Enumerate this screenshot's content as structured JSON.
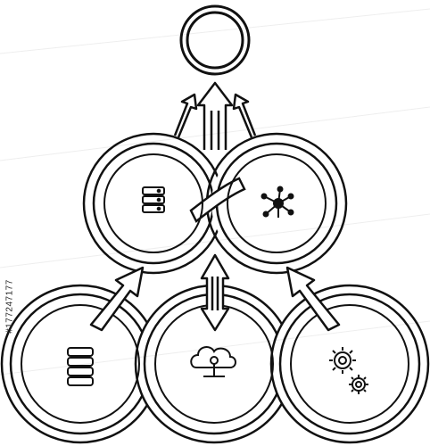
{
  "diagram": {
    "line_color": "#111111",
    "background": "#ffffff",
    "watermark_color": "#e6e6e6",
    "nodes": [
      {
        "id": "top-goal-circle",
        "icon": "none"
      },
      {
        "id": "middle-left-circle",
        "icon": "database-icon"
      },
      {
        "id": "middle-right-circle",
        "icon": "network-hub-icon"
      },
      {
        "id": "bottom-left-circle",
        "icon": "database-icon"
      },
      {
        "id": "bottom-center-circle",
        "icon": "cloud-network-icon"
      },
      {
        "id": "bottom-right-circle",
        "icon": "gears-icon"
      }
    ]
  },
  "stock_id": "#177247177"
}
